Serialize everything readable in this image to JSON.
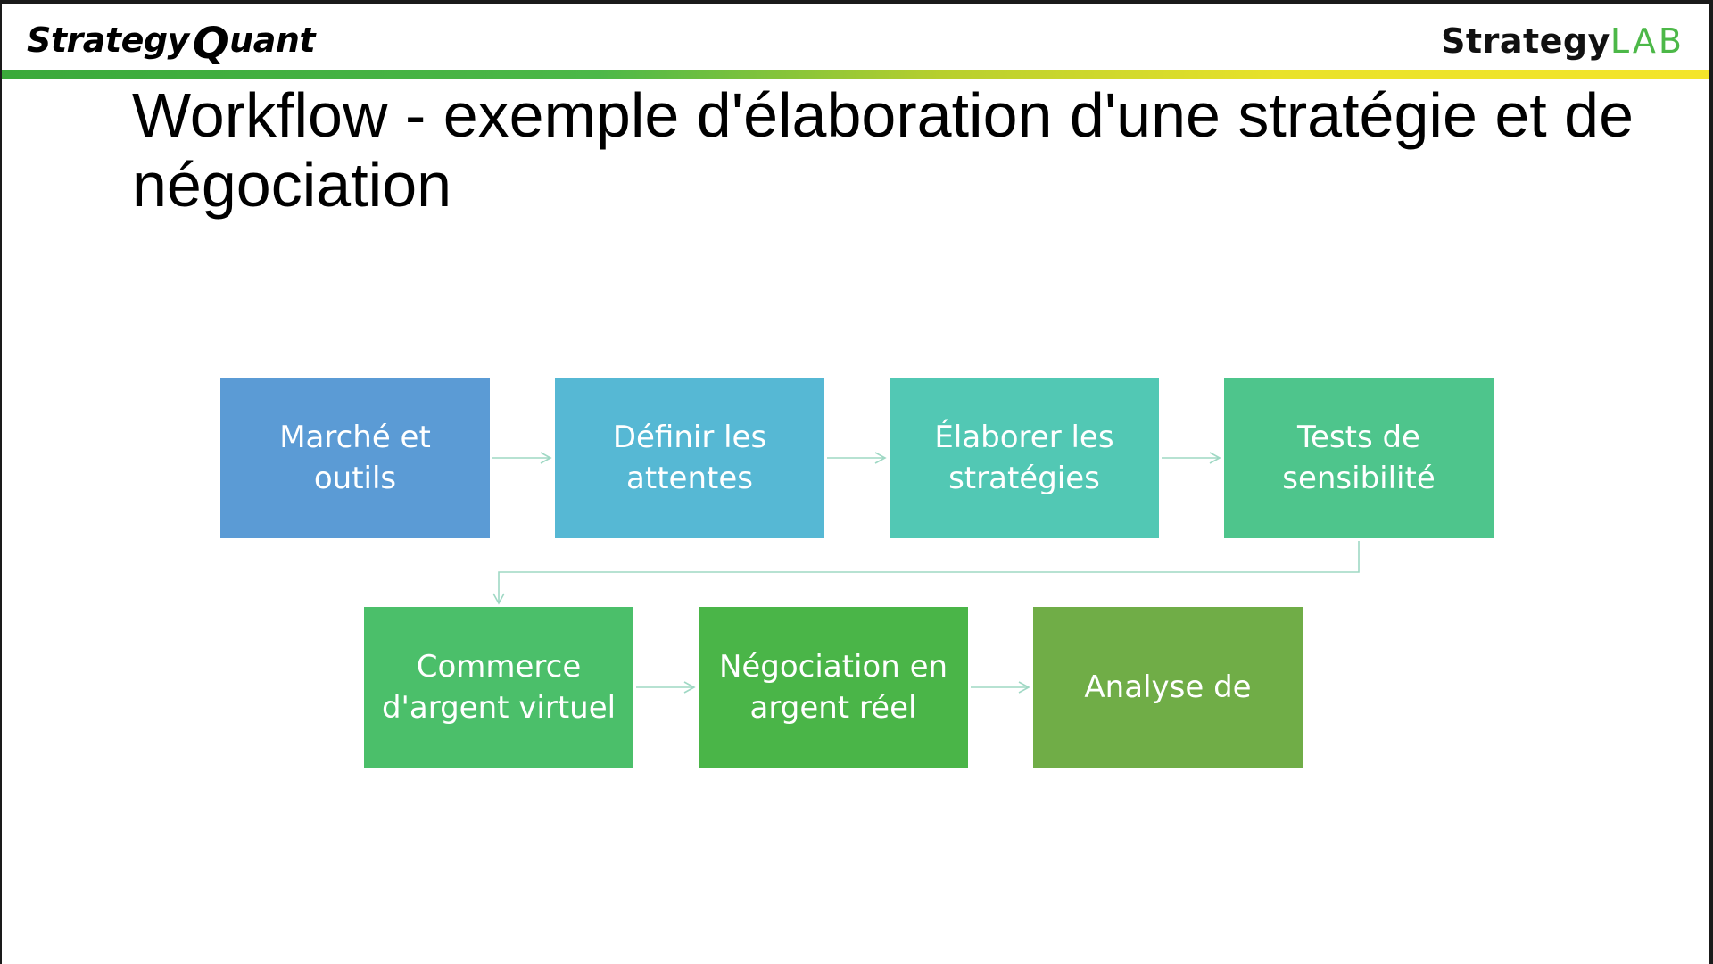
{
  "header": {
    "brand_left_part1": "Strategy",
    "brand_left_q": "Q",
    "brand_left_part2": "uant",
    "brand_right_part1": "Strategy",
    "brand_right_part2": "LAB"
  },
  "slide": {
    "title": "Workflow - exemple d'élaboration d'une stratégie et de négociation"
  },
  "diagram": {
    "nodes": [
      {
        "label": "Marché et\noutils",
        "color": "#5b9bd5"
      },
      {
        "label": "Définir les\nattentes",
        "color": "#56b8d4"
      },
      {
        "label": "Élaborer les\nstratégies",
        "color": "#52c8b4"
      },
      {
        "label": "Tests de\nsensibilité",
        "color": "#4ec58c"
      },
      {
        "label": "Commerce\nd'argent virtuel",
        "color": "#4bbf6a"
      },
      {
        "label": "Négociation en\nargent réel",
        "color": "#4ab548"
      },
      {
        "label": "Analyse de",
        "color": "#70ad47"
      }
    ],
    "connector_color": "#9fd8c4"
  }
}
